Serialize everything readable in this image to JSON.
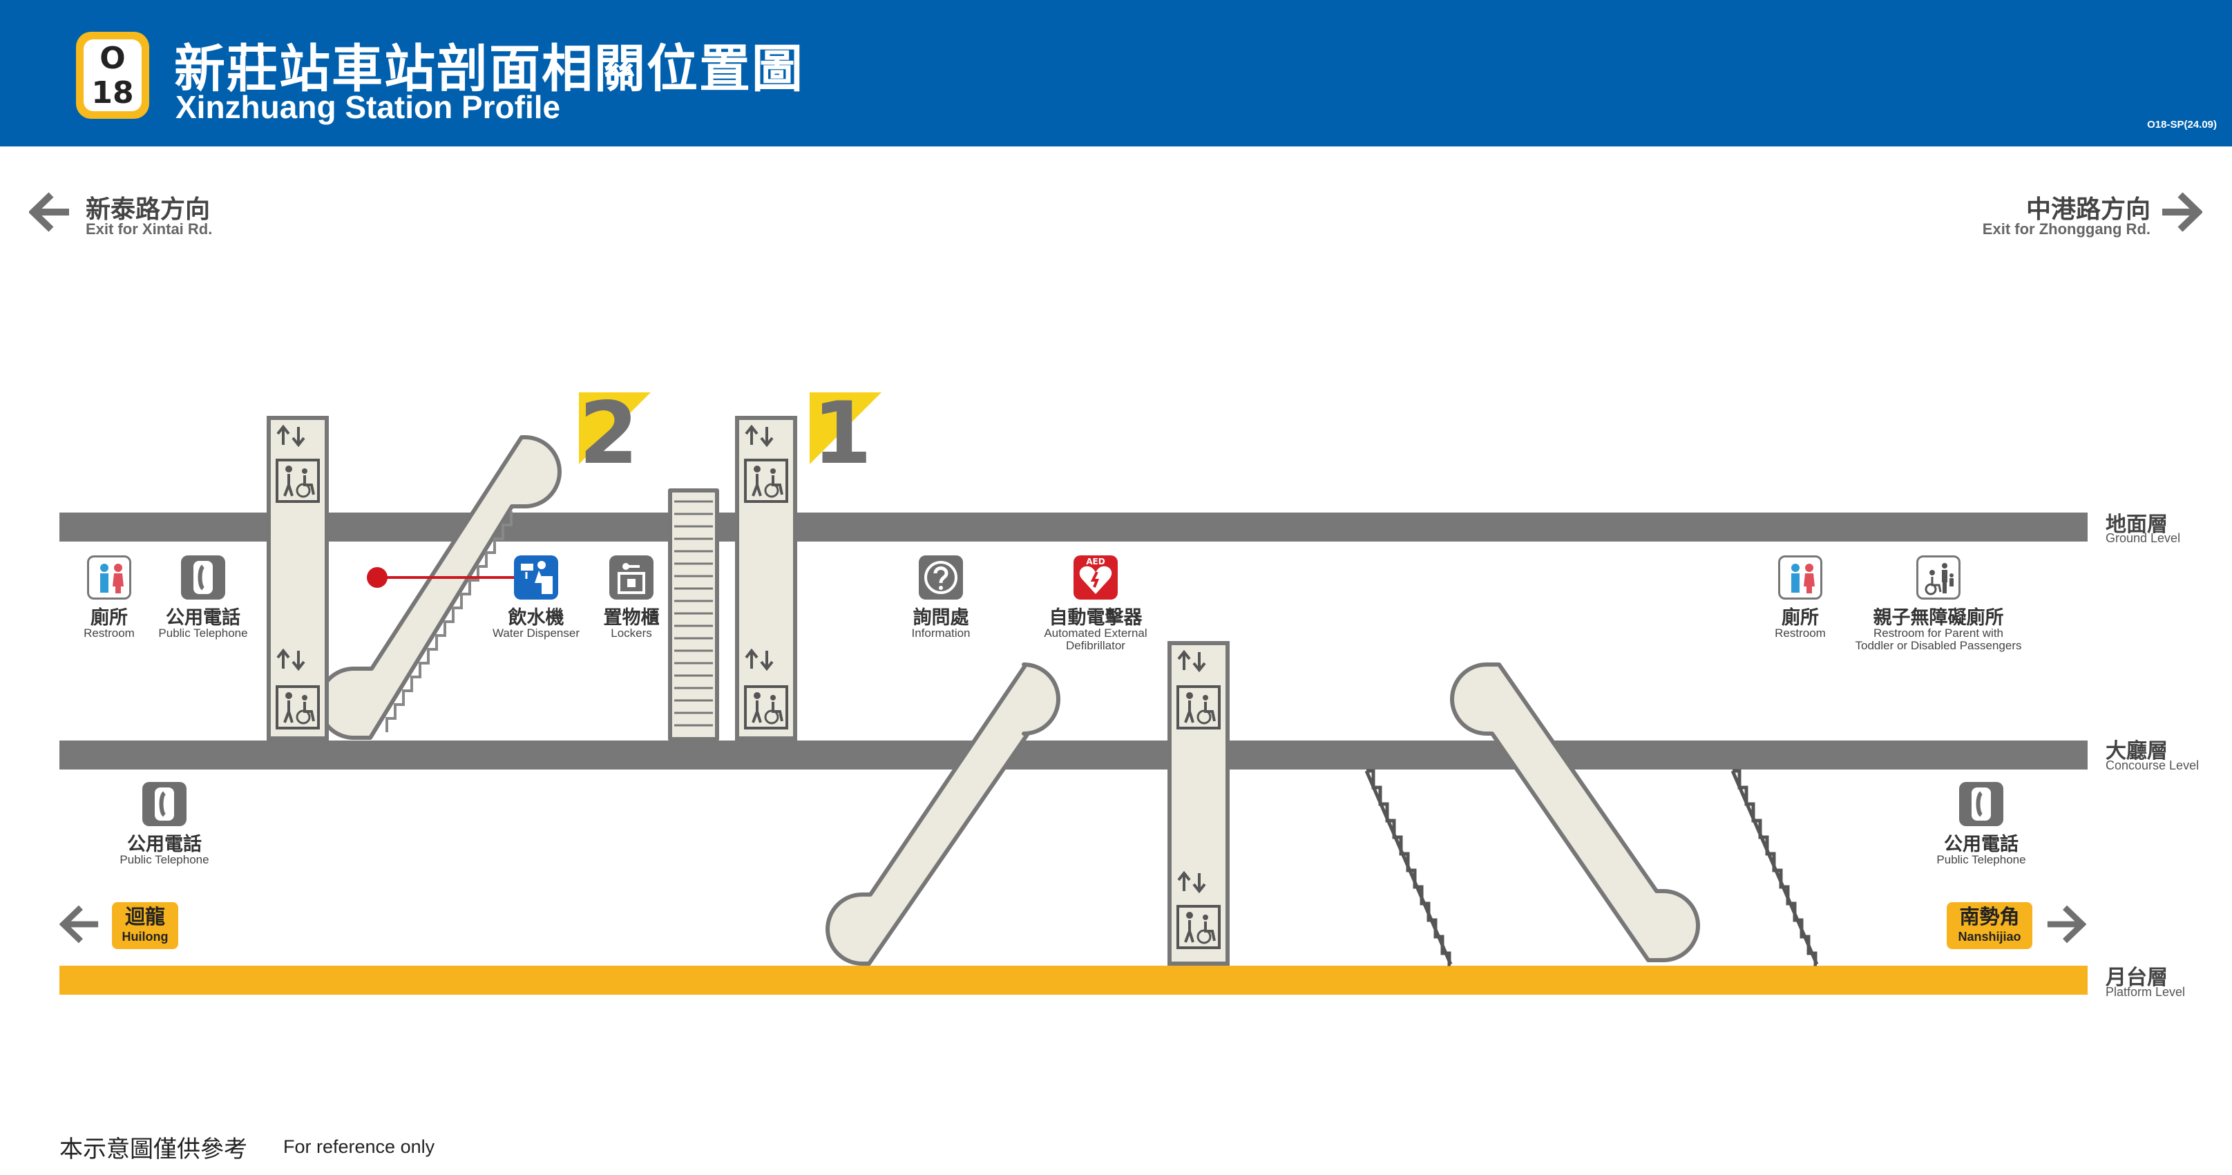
{
  "header": {
    "line_code": "O",
    "station_number": "18",
    "title_zh": "新莊站車站剖面相關位置圖",
    "title_en": "Xinzhuang Station Profile",
    "doc_code": "O18-SP(24.09)",
    "colors": {
      "bar": "#0060ae",
      "badge": "#f7b91c"
    }
  },
  "directions": {
    "left": {
      "zh": "新泰路方向",
      "en": "Exit for Xintai Rd."
    },
    "right": {
      "zh": "中港路方向",
      "en": "Exit for Zhonggang Rd."
    }
  },
  "levels": {
    "ground": {
      "zh": "地面層",
      "en": "Ground Level"
    },
    "concourse": {
      "zh": "大廳層",
      "en": "Concourse Level"
    },
    "platform": {
      "zh": "月台層",
      "en": "Platform Level",
      "color": "#f7b31d"
    }
  },
  "exits": {
    "exit_2": "2",
    "exit_1": "1"
  },
  "concourse_facilities": {
    "restroom_left": {
      "zh": "廁所",
      "en": "Restroom",
      "icon": "restroom-icon"
    },
    "telephone_left": {
      "zh": "公用電話",
      "en": "Public Telephone",
      "icon": "telephone-icon"
    },
    "water": {
      "zh": "飲水機",
      "en": "Water Dispenser",
      "icon": "water-dispenser-icon"
    },
    "lockers": {
      "zh": "置物櫃",
      "en": "Lockers",
      "icon": "locker-icon"
    },
    "info": {
      "zh": "詢問處",
      "en": "Information",
      "icon": "question-mark-icon"
    },
    "aed": {
      "zh": "自動電擊器",
      "en_1": "Automated External",
      "en_2": "Defibrillator",
      "icon_text": "AED"
    },
    "restroom_right": {
      "zh": "廁所",
      "en": "Restroom",
      "icon": "restroom-icon"
    },
    "family": {
      "zh": "親子無障礙廁所",
      "en_1": "Restroom for Parent with",
      "en_2": "Toddler or Disabled Passengers",
      "icon": "family-accessible-icon"
    }
  },
  "platform_facilities": {
    "telephone_left": {
      "zh": "公用電話",
      "en": "Public Telephone"
    },
    "telephone_right": {
      "zh": "公用電話",
      "en": "Public Telephone"
    }
  },
  "destinations": {
    "left": {
      "zh": "迴龍",
      "en": "Huilong"
    },
    "right": {
      "zh": "南勢角",
      "en": "Nanshijiao"
    }
  },
  "footer": {
    "zh": "本示意圖僅供參考",
    "en": "For reference only"
  }
}
